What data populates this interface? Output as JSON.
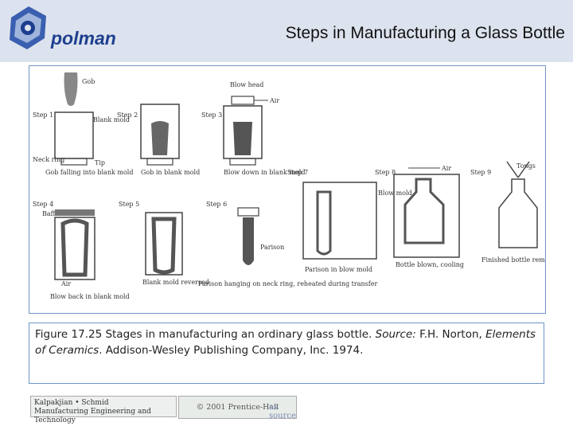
{
  "header": {
    "logo_text": "polman",
    "title": "Steps in Manufacturing a Glass Bottle"
  },
  "figure": {
    "labels": {
      "gob": "Gob",
      "blow_head": "Blow head",
      "air": "Air",
      "step1": "Step 1",
      "step2": "Step 2",
      "step3": "Step 3",
      "blank_mold": "Blank mold",
      "neck_ring": "Neck ring",
      "tip": "Tip",
      "cap1": "Gob falling into blank mold",
      "cap2": "Gob in blank mold",
      "cap3": "Blow down in blank mold",
      "step4": "Step 4",
      "baffle": "Baffle",
      "step5": "Step 5",
      "step6": "Step 6",
      "cap4": "Blow back in blank mold",
      "air2": "Air",
      "cap5": "Blank mold reversed",
      "parison": "Parison",
      "cap6": "Parison hanging on neck ring, reheated during transfer",
      "step7": "Step 7",
      "blow_mold": "Blow mold",
      "cap7": "Parison in blow mold",
      "step8": "Step 8",
      "air3": "Air",
      "cap8": "Bottle blown, cooling",
      "step9": "Step 9",
      "tongs": "Tongs",
      "cap9": "Finished bottle removed by tongs"
    }
  },
  "caption": {
    "prefix": "Figure 17.25 Stages in manufacturing an ordinary glass bottle. ",
    "source_label": "Source:",
    "author": " F.H. Norton, ",
    "book": "Elements of Ceramics",
    "publisher": ". Addison-Wesley Publishing Company, Inc. 1974."
  },
  "footer": {
    "book_line1": "Kalpakjian • Schmid",
    "book_line2": "Manufacturing Engineering and Technology",
    "copyright": "© 2001 Prentice-Hall",
    "source": "as source"
  }
}
